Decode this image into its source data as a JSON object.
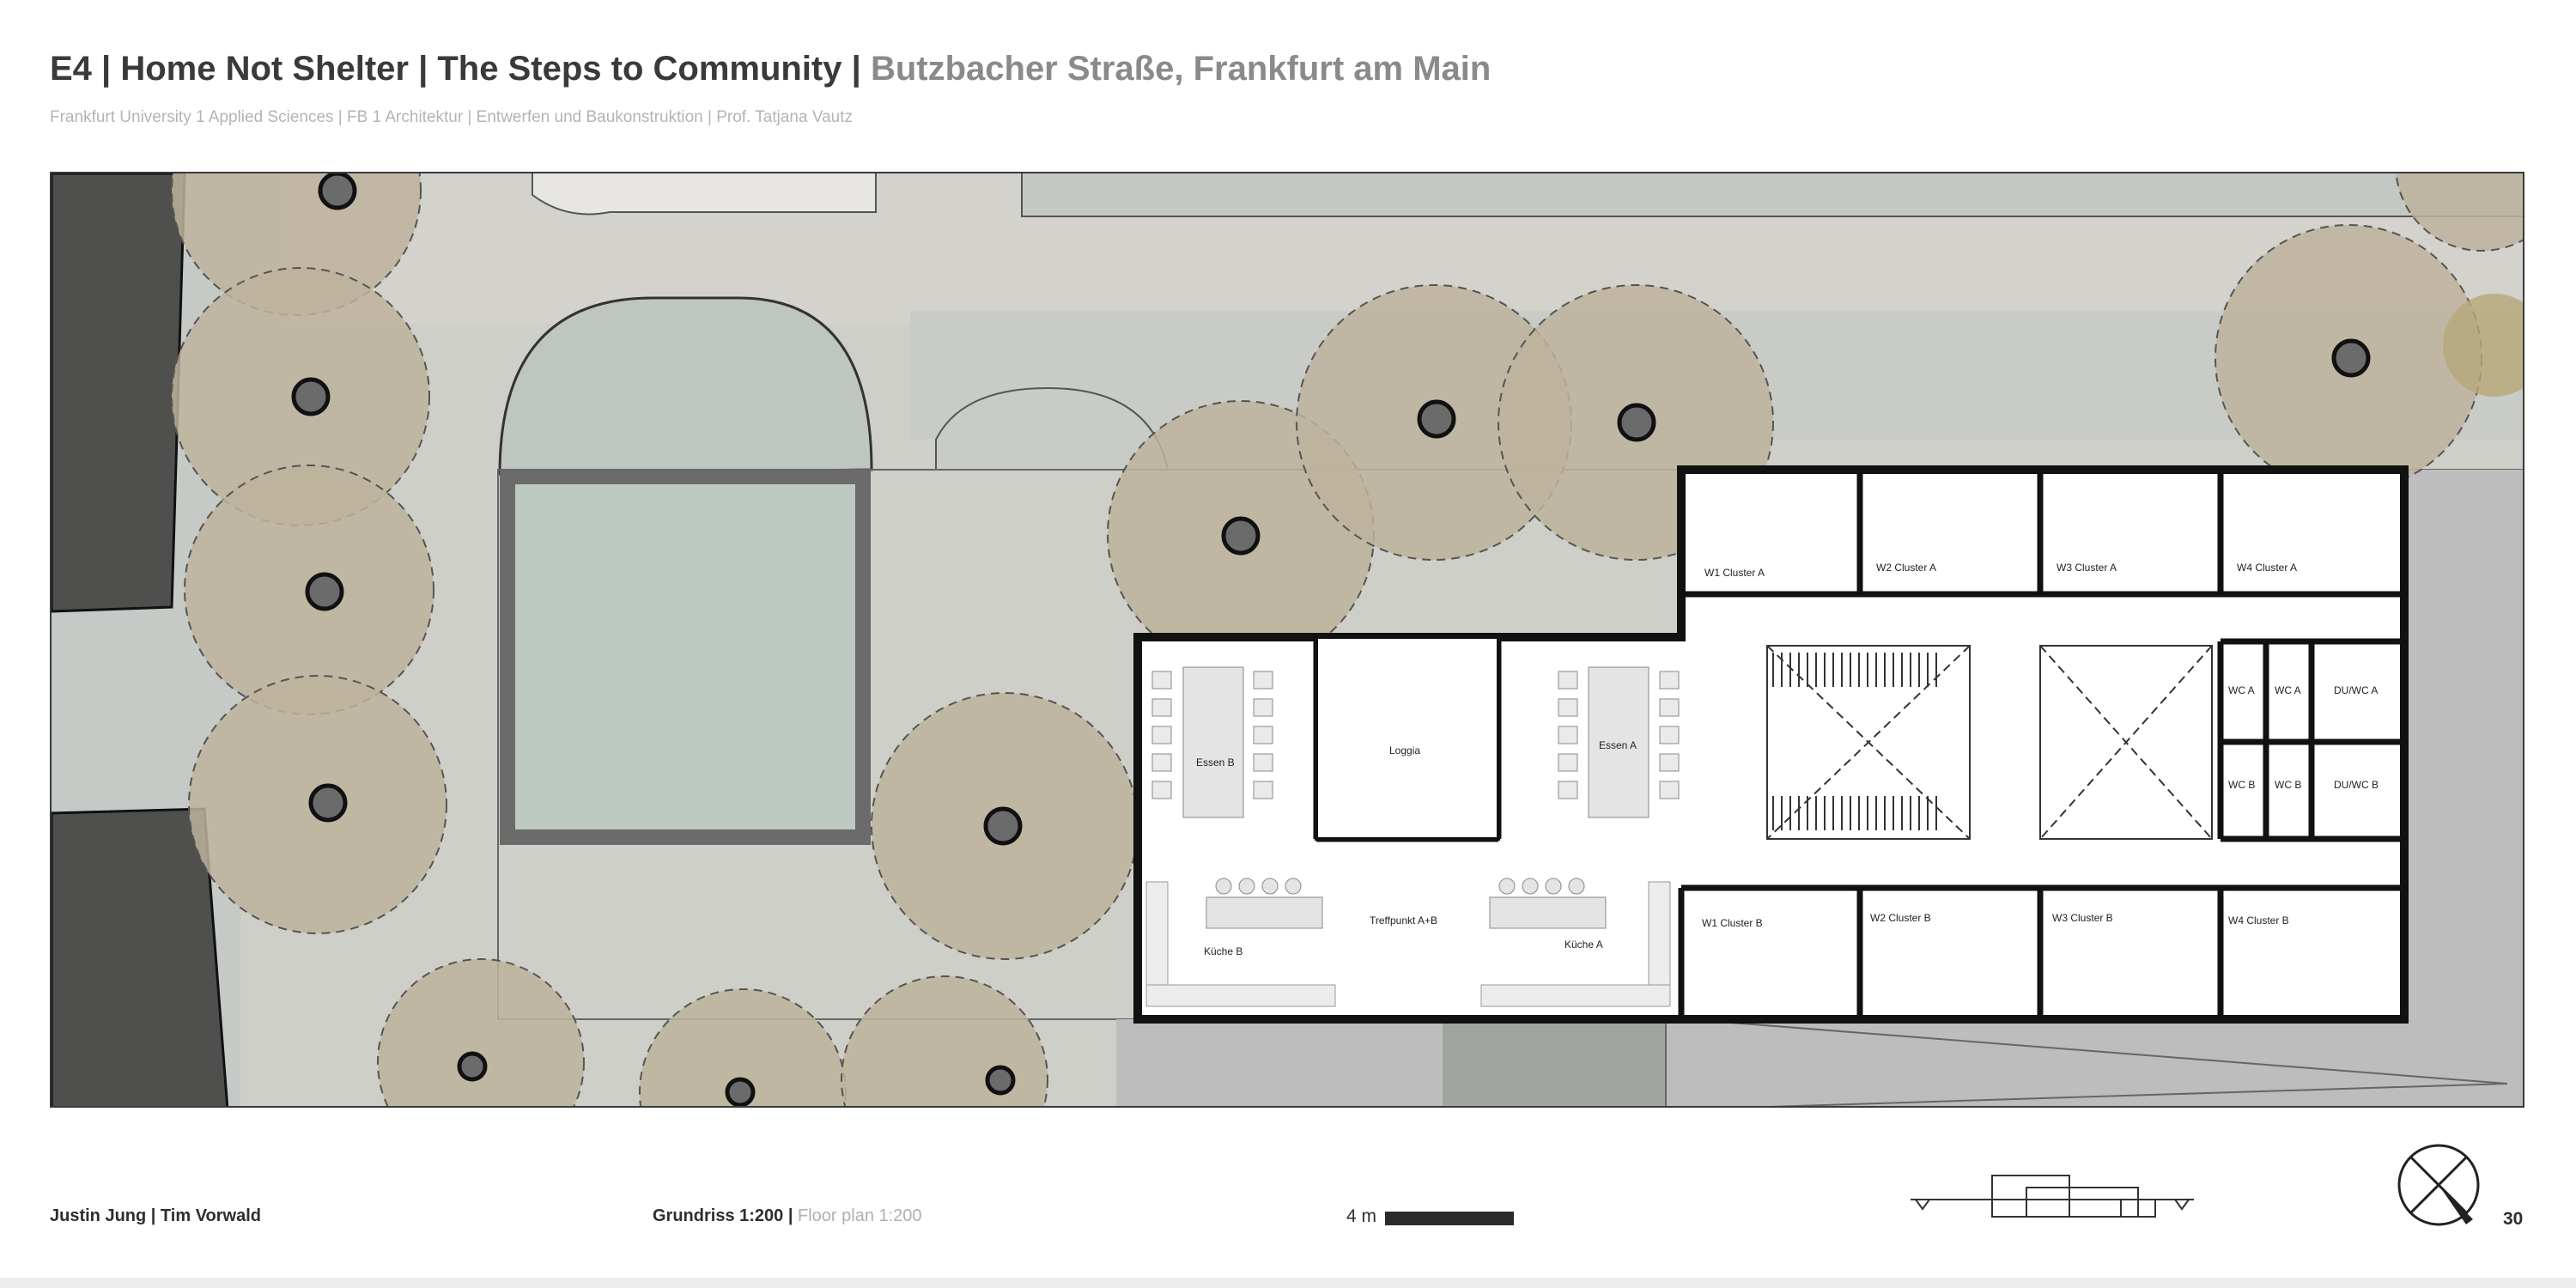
{
  "header": {
    "title_part1": "E4  |  Home Not Shelter  |  The Steps to Community  |",
    "title_location": "Butzbacher Straße, Frankfurt am Main",
    "subtitle": "Frankfurt University 1 Applied Sciences  |  FB 1 Architektur  |  Entwerfen und Baukonstruktion  | Prof. Tatjana Vautz"
  },
  "rooms": {
    "w1_cluster_a": "W1 Cluster A",
    "w2_cluster_a": "W2 Cluster A",
    "w3_cluster_a": "W3 Cluster A",
    "w4_cluster_a": "W4 Cluster A",
    "w1_cluster_b": "W1 Cluster B",
    "w2_cluster_b": "W2 Cluster B",
    "w3_cluster_b": "W3 Cluster B",
    "w4_cluster_b": "W4 Cluster B",
    "essen_b": "Essen B",
    "essen_a": "Essen A",
    "loggia": "Loggia",
    "treffpunkt": "Treffpunkt A+B",
    "kueche_b": "Küche B",
    "kueche_a": "Küche A",
    "wc_a1": "WC A",
    "wc_a2": "WC A",
    "du_wc_a": "DU/WC A",
    "wc_b1": "WC B",
    "wc_b2": "WC B",
    "du_wc_b": "DU/WC B"
  },
  "footer": {
    "authors": "Justin Jung  |  Tim Vorwald",
    "plan_label": "Grundriss 1:200 |",
    "plan_label_en": "Floor plan  1:200",
    "scale_label": "4 m",
    "page_number": "30"
  },
  "icons": {
    "north_arrow": "north-arrow-icon",
    "site_section": "site-section-icon"
  },
  "colors": {
    "tree_canopy": "#bdb39c",
    "walls": "#1a1a1a",
    "ground": "#cfcfc9",
    "dark_neighbour": "#505050"
  }
}
